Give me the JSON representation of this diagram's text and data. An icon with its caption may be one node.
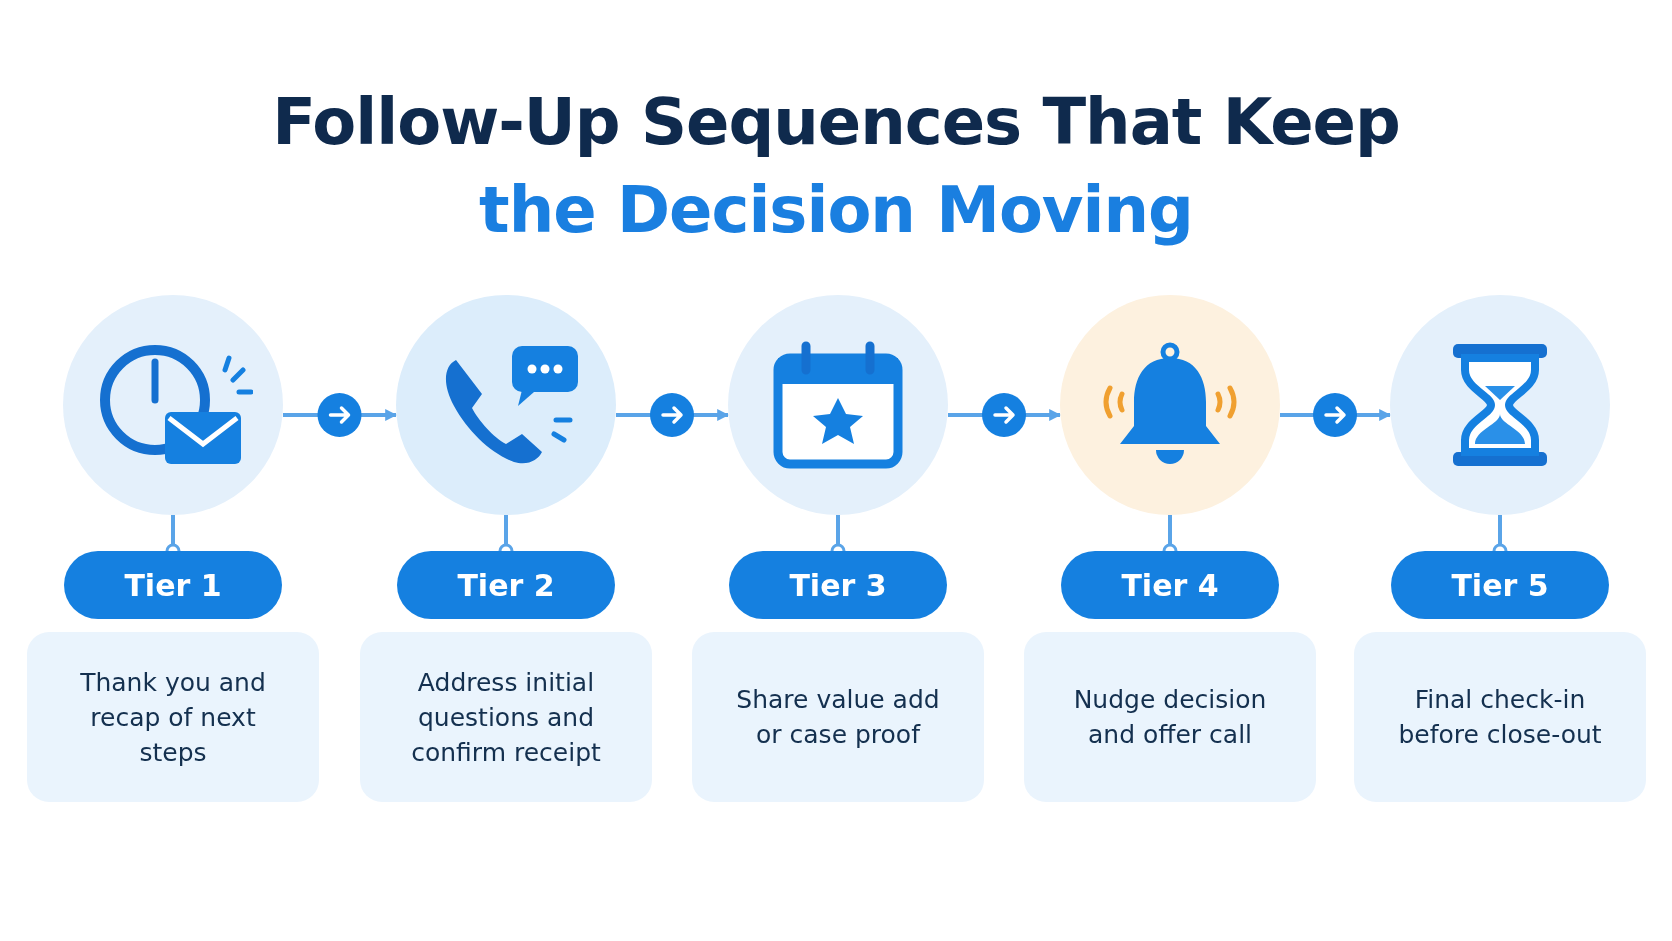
{
  "diagram": {
    "title": "Follow-Up Sequences That Keep *the Decision Moving*",
    "nodes": [
      {
        "text": [],
        "shape": "circle"
      },
      {
        "text": [
          "Tier 1"
        ]
      },
      {
        "text": [
          "Thank you and recap of next steps"
        ]
      },
      {
        "text": [],
        "shape": "circle"
      },
      {
        "text": [
          "Tier 2"
        ]
      },
      {
        "text": [
          "Address initial questions and confirm receipt"
        ]
      },
      {
        "text": [],
        "shape": "circle"
      },
      {
        "text": [
          "Tier 3"
        ]
      },
      {
        "text": [
          "Share value add or case proof"
        ]
      },
      {
        "text": [],
        "shape": "circle"
      },
      {
        "text": [
          "Tier 4"
        ]
      },
      {
        "text": [
          "Nudge decision and offer call"
        ]
      },
      {
        "text": [],
        "shape": "circle"
      },
      {
        "text": [
          "Tier 5"
        ]
      },
      {
        "text": [
          "Final check-in before close-out"
        ]
      }
    ],
    "edges": [
      {
        "from": 0,
        "to": 3,
        "arrow": "to"
      },
      {
        "from": 3,
        "to": 6,
        "arrow": "to"
      },
      {
        "from": 6,
        "to": 9,
        "arrow": "to"
      },
      {
        "from": 9,
        "to": 12,
        "arrow": "to"
      },
      {
        "from": 0,
        "to": 1,
        "arrow": "other"
      },
      {
        "from": 3,
        "to": 4,
        "arrow": "other"
      },
      {
        "from": 6,
        "to": 7,
        "arrow": "other"
      },
      {
        "from": 9,
        "to": 10,
        "arrow": "other"
      },
      {
        "from": 12,
        "to": 13,
        "arrow": "other"
      }
    ]
  }
}
